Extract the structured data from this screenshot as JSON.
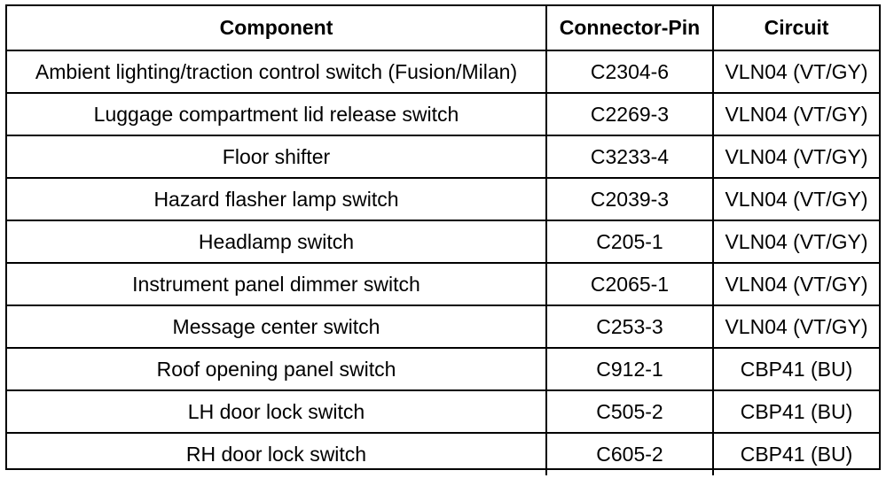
{
  "table": {
    "headers": [
      "Component",
      "Connector-Pin",
      "Circuit"
    ],
    "rows": [
      [
        "Ambient lighting/traction control switch (Fusion/Milan)",
        "C2304-6",
        "VLN04 (VT/GY)"
      ],
      [
        "Luggage compartment lid release switch",
        "C2269-3",
        "VLN04 (VT/GY)"
      ],
      [
        "Floor shifter",
        "C3233-4",
        "VLN04 (VT/GY)"
      ],
      [
        "Hazard flasher lamp switch",
        "C2039-3",
        "VLN04 (VT/GY)"
      ],
      [
        "Headlamp switch",
        "C205-1",
        "VLN04 (VT/GY)"
      ],
      [
        "Instrument panel dimmer switch",
        "C2065-1",
        "VLN04 (VT/GY)"
      ],
      [
        "Message center switch",
        "C253-3",
        "VLN04 (VT/GY)"
      ],
      [
        "Roof opening panel switch",
        "C912-1",
        "CBP41 (BU)"
      ],
      [
        "LH door lock switch",
        "C505-2",
        "CBP41 (BU)"
      ],
      [
        "RH door lock switch",
        "C605-2",
        "CBP41 (BU)"
      ]
    ]
  }
}
